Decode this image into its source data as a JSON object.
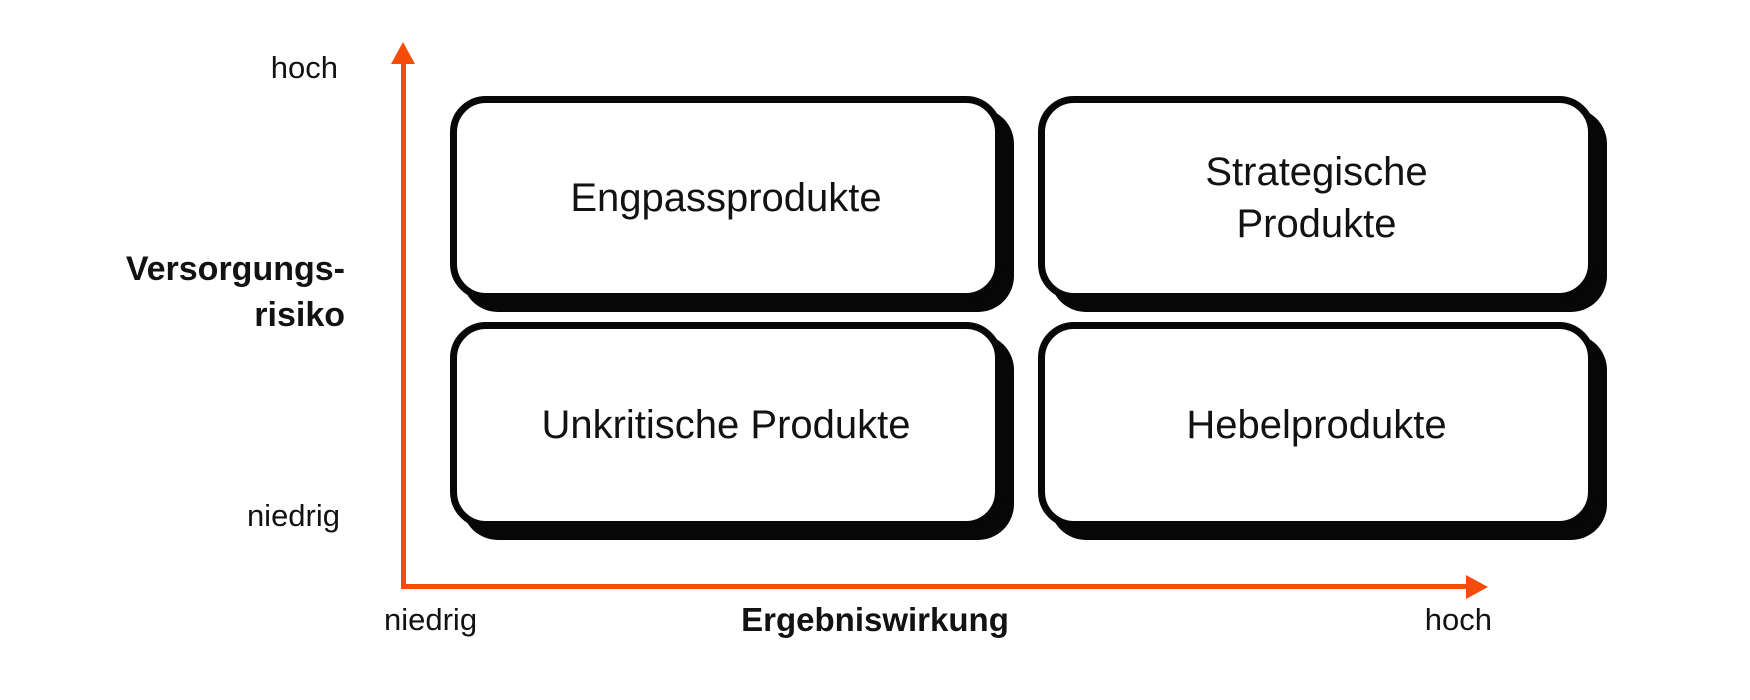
{
  "colors": {
    "axis": "#F54C0A",
    "ink": "#121212",
    "box_border": "#070707",
    "box_fill": "#FFFFFF",
    "background": "#FFFFFF"
  },
  "y_axis": {
    "title": "Versorgungs-\nrisiko",
    "top_label": "hoch",
    "bottom_label": "niedrig"
  },
  "x_axis": {
    "title": "Ergebniswirkung",
    "left_label": "niedrig",
    "right_label": "hoch"
  },
  "quadrants": {
    "top_left": {
      "supply_risk": "hoch",
      "profit_impact": "niedrig",
      "label": "Engpassprodukte"
    },
    "top_right": {
      "supply_risk": "hoch",
      "profit_impact": "hoch",
      "label": "Strategische\nProdukte"
    },
    "bottom_left": {
      "supply_risk": "niedrig",
      "profit_impact": "niedrig",
      "label": "Unkritische Produkte"
    },
    "bottom_right": {
      "supply_risk": "niedrig",
      "profit_impact": "hoch",
      "label": "Hebelprodukte"
    }
  }
}
